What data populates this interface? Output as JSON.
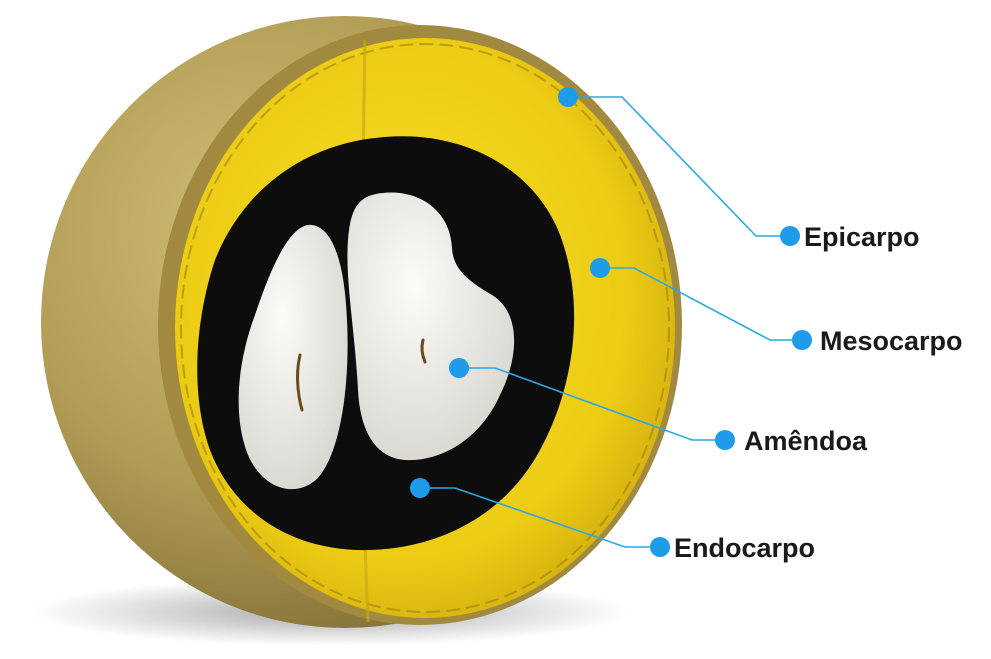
{
  "labels": {
    "epicarpo": "Epicarpo",
    "mesocarpo": "Mesocarpo",
    "amendoa": "Amêndoa",
    "endocarpo": "Endocarpo"
  },
  "colors": {
    "leader_line": "#27a9e6",
    "marker_dot": "#1e9be9",
    "peel": "#b9a45c",
    "pulp": "#f2d21a",
    "endocarp": "#0f0f0f",
    "kernel": "#eceae4"
  }
}
